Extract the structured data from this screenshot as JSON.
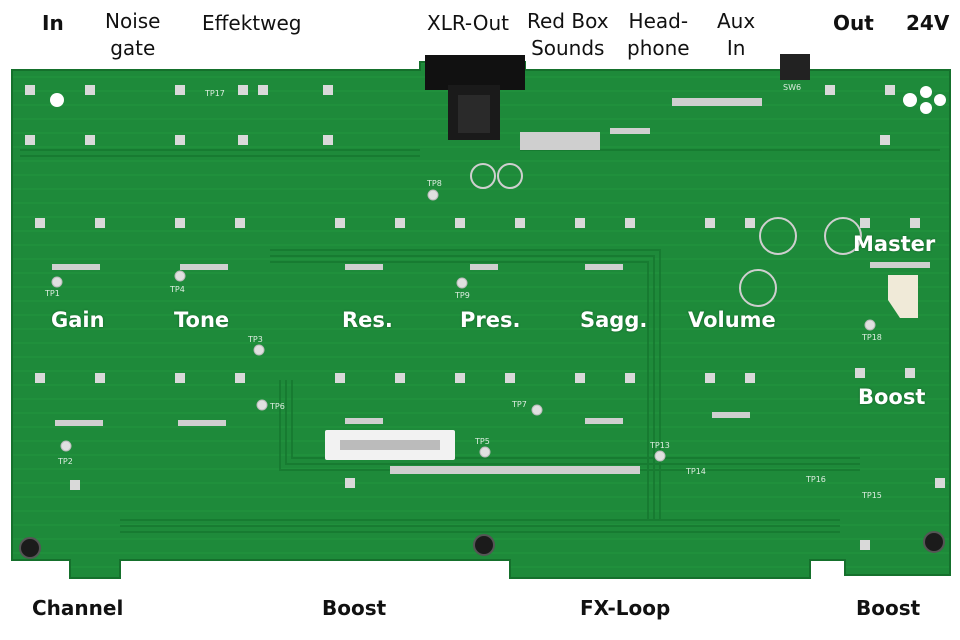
{
  "colors": {
    "pcb_green": "#1e8a3a",
    "pcb_dark": "#156b2b",
    "pad": "#d9d9d9",
    "label_text": "#111111",
    "board_text": "#ffffff"
  },
  "top_labels": {
    "in": "In",
    "noise_gate": [
      "Noise",
      "gate"
    ],
    "effektweg": "Effektweg",
    "xlr_out": "XLR-Out",
    "red_box": [
      "Red Box",
      "Sounds"
    ],
    "headphone": [
      "Head-",
      "phone"
    ],
    "aux_in": [
      "Aux",
      "In"
    ],
    "out": "Out",
    "v24": "24V"
  },
  "bottom_labels": {
    "channel": "Channel",
    "boost_left": "Boost",
    "fx_loop": "FX-Loop",
    "boost_right": "Boost"
  },
  "board_labels": {
    "gain": "Gain",
    "tone": "Tone",
    "res": "Res.",
    "pres": "Pres.",
    "sagg": "Sagg.",
    "volume": "Volume",
    "master": "Master",
    "boost": "Boost"
  },
  "silkscreen": {
    "tp17": "TP17",
    "tp8": "TP8",
    "tp1": "TP1",
    "tp4": "TP4",
    "tp9": "TP9",
    "tp3": "TP3",
    "tp6": "TP6",
    "tp2": "TP2",
    "tp7": "TP7",
    "tp5": "TP5",
    "tp13": "TP13",
    "tp14": "TP14",
    "tp16": "TP16",
    "tp15": "TP15",
    "tp18": "TP18",
    "sw6": "SW6"
  }
}
